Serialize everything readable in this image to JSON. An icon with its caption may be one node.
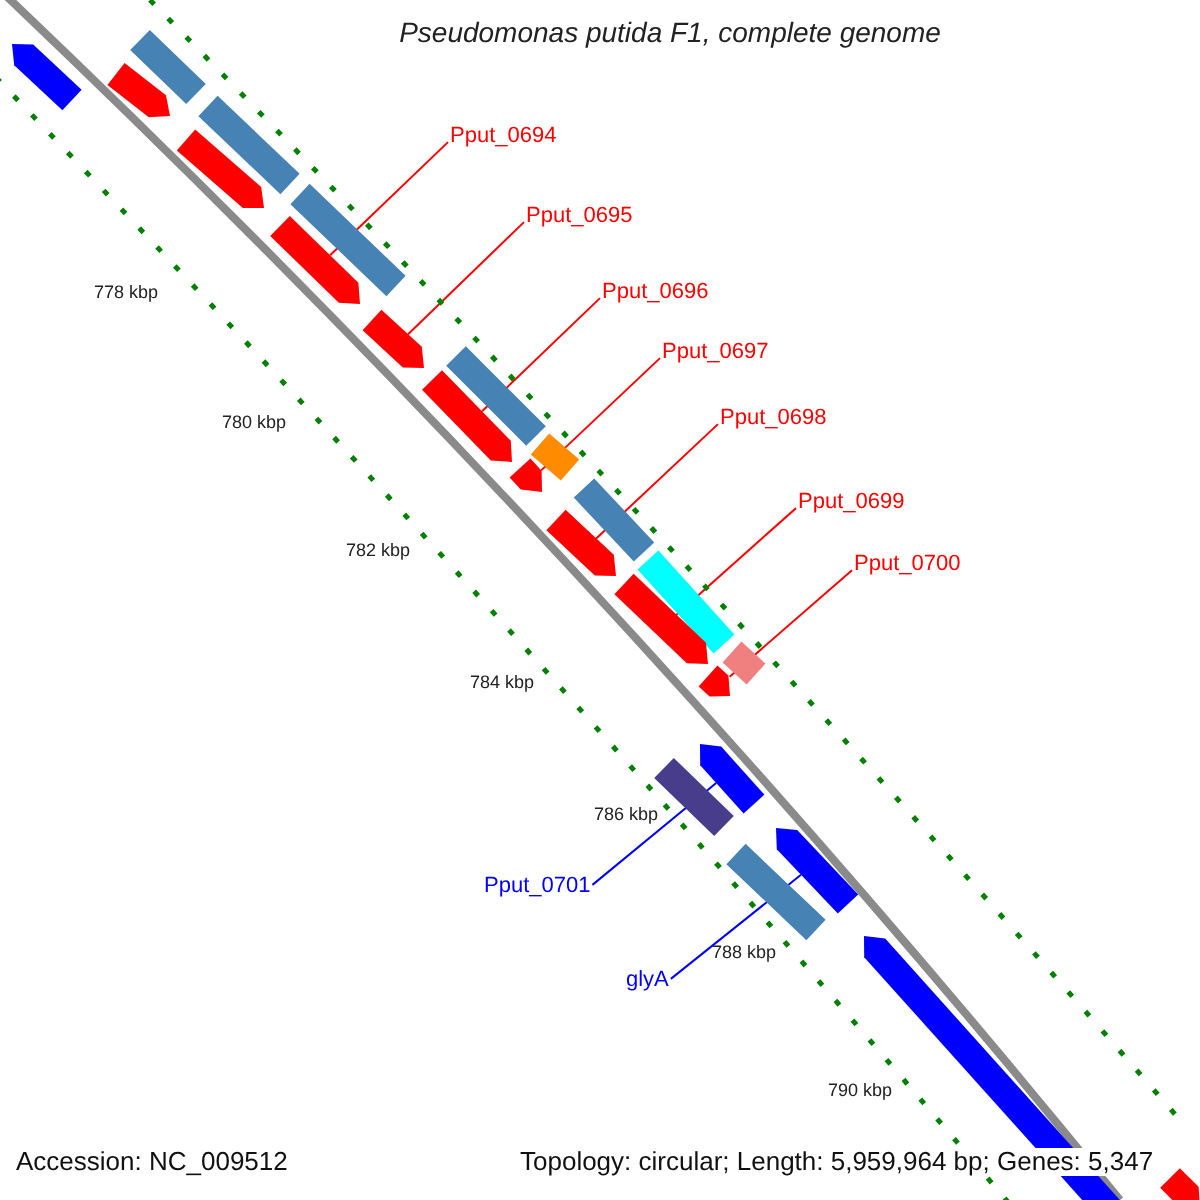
{
  "diagram": {
    "title": "Pseudomonas putida F1, complete genome",
    "nodes": [
      {
        "text": [
          "Pput_0694"
        ]
      },
      {
        "text": [
          "Pput_0695"
        ]
      },
      {
        "text": [
          "Pput_0696"
        ]
      },
      {
        "text": [
          "Pput_0697"
        ]
      },
      {
        "text": [
          "Pput_0698"
        ]
      },
      {
        "text": [
          "Pput_0699"
        ]
      },
      {
        "text": [
          "Pput_0700"
        ]
      },
      {
        "text": [
          "Pput_0701"
        ]
      },
      {
        "text": [
          "glyA"
        ]
      },
      {
        "text": [],
        "shape": "arrow"
      },
      {
        "text": [],
        "shape": "bar"
      },
      {
        "text": [],
        "shape": "arrow"
      },
      {
        "text": [],
        "shape": "bar"
      },
      {
        "text": [],
        "shape": "arrow"
      },
      {
        "text": [],
        "shape": "bar"
      },
      {
        "text": [],
        "shape": "arrow"
      },
      {
        "text": [],
        "shape": "arrow"
      },
      {
        "text": [],
        "shape": "bar"
      },
      {
        "text": [],
        "shape": "arrow"
      },
      {
        "text": [],
        "shape": "bar"
      },
      {
        "text": [],
        "shape": "arrow"
      },
      {
        "text": [],
        "shape": "bar"
      },
      {
        "text": [],
        "shape": "arrow"
      },
      {
        "text": [],
        "shape": "bar"
      },
      {
        "text": [],
        "shape": "arrow"
      },
      {
        "text": [],
        "shape": "bar"
      },
      {
        "text": [],
        "shape": "arrow"
      },
      {
        "text": [],
        "shape": "arrow"
      },
      {
        "text": [],
        "shape": "bar"
      },
      {
        "text": [],
        "shape": "arrow"
      },
      {
        "text": [],
        "shape": "bar"
      },
      {
        "text": [],
        "shape": "arrow"
      },
      {
        "text": [],
        "shape": "arrow"
      }
    ],
    "edges": [
      {
        "from": 0,
        "to": 15,
        "arrow": "none"
      },
      {
        "from": 1,
        "to": 16,
        "arrow": "none"
      },
      {
        "from": 2,
        "to": 18,
        "arrow": "none"
      },
      {
        "from": 3,
        "to": 20,
        "arrow": "none"
      },
      {
        "from": 4,
        "to": 22,
        "arrow": "none"
      },
      {
        "from": 5,
        "to": 24,
        "arrow": "none"
      },
      {
        "from": 6,
        "to": 26,
        "arrow": "none"
      },
      {
        "from": 7,
        "to": 27,
        "arrow": "none",
        "color": "#0000ff"
      },
      {
        "from": 8,
        "to": 29,
        "arrow": "none",
        "color": "#0000ff"
      }
    ],
    "labels": [
      "778 kbp",
      "780 kbp",
      "782 kbp",
      "784 kbp",
      "786 kbp",
      "788 kbp",
      "790 kbp",
      "Accession: NC_009512",
      "Topology: circular; Length: 5,959,964 bp; Genes: 5,347"
    ]
  }
}
